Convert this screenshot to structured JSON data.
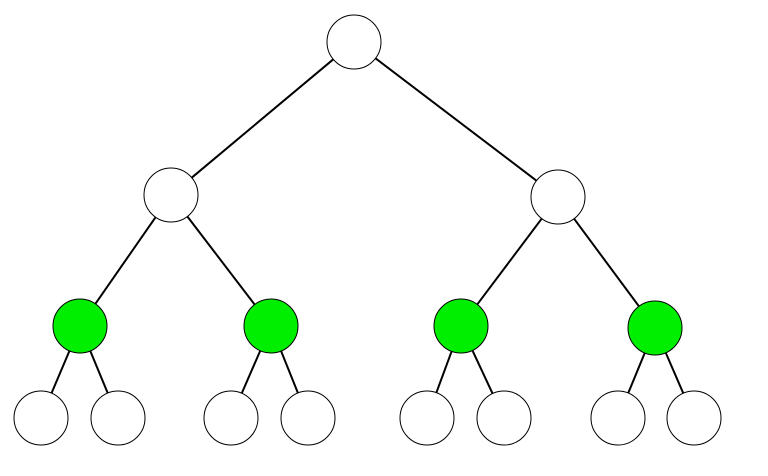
{
  "colors": {
    "background": "#ffffff",
    "edge": "#000000",
    "node_default": "#ffffff",
    "node_highlight": "#00ee00",
    "node_stroke": "#000000"
  },
  "tree": {
    "nodes": [
      {
        "id": "n0",
        "level": 0,
        "highlighted": false
      },
      {
        "id": "n1",
        "level": 1,
        "highlighted": false
      },
      {
        "id": "n2",
        "level": 1,
        "highlighted": false
      },
      {
        "id": "n3",
        "level": 2,
        "highlighted": true
      },
      {
        "id": "n4",
        "level": 2,
        "highlighted": true
      },
      {
        "id": "n5",
        "level": 2,
        "highlighted": true
      },
      {
        "id": "n6",
        "level": 2,
        "highlighted": true
      },
      {
        "id": "n7",
        "level": 3,
        "highlighted": false
      },
      {
        "id": "n8",
        "level": 3,
        "highlighted": false
      },
      {
        "id": "n9",
        "level": 3,
        "highlighted": false
      },
      {
        "id": "n10",
        "level": 3,
        "highlighted": false
      },
      {
        "id": "n11",
        "level": 3,
        "highlighted": false
      },
      {
        "id": "n12",
        "level": 3,
        "highlighted": false
      },
      {
        "id": "n13",
        "level": 3,
        "highlighted": false
      },
      {
        "id": "n14",
        "level": 3,
        "highlighted": false
      }
    ],
    "edges": [
      [
        "n0",
        "n1"
      ],
      [
        "n0",
        "n2"
      ],
      [
        "n1",
        "n3"
      ],
      [
        "n1",
        "n4"
      ],
      [
        "n2",
        "n5"
      ],
      [
        "n2",
        "n6"
      ],
      [
        "n3",
        "n7"
      ],
      [
        "n3",
        "n8"
      ],
      [
        "n4",
        "n9"
      ],
      [
        "n4",
        "n10"
      ],
      [
        "n5",
        "n11"
      ],
      [
        "n5",
        "n12"
      ],
      [
        "n6",
        "n13"
      ],
      [
        "n6",
        "n14"
      ]
    ]
  }
}
